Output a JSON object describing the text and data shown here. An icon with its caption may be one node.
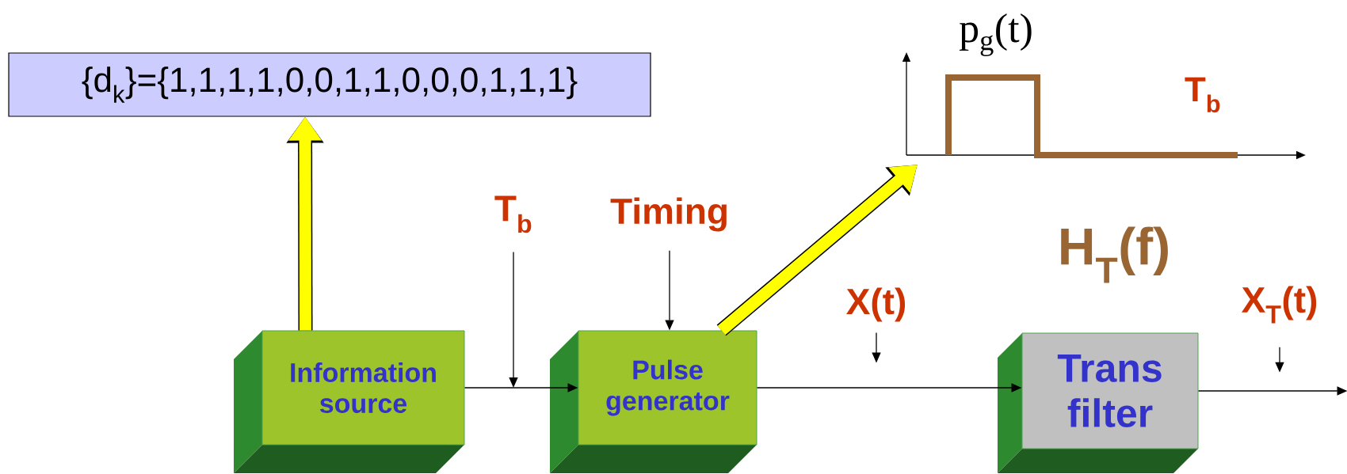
{
  "diagram": {
    "nodes": [
      {
        "text": [
          "{d$_{k}$}={1,1,1,1,0,0,1,1,0,0,0,1,1,1}"
        ]
      },
      {
        "text": [
          "T$_{b}$"
        ],
        "beside": [
          "p$_{g}$(t)"
        ]
      },
      {
        "text": [
          "T$_{b}$"
        ]
      },
      {
        "text": [
          "Timing"
        ]
      },
      {
        "text": [
          "X(t)"
        ]
      },
      {
        "text": [
          "X$_{T}$(t)"
        ]
      },
      {
        "text": [
          "Information source"
        ]
      },
      {
        "text": [
          "Pulse generator"
        ]
      },
      {
        "text": [
          "H$_{T}$(f)",
          "Trans filter"
        ]
      }
    ],
    "edges": [
      {
        "from": 6,
        "to": 0,
        "arrow": "to",
        "style": "thick",
        "color": "#ffff00"
      },
      {
        "from": 7,
        "to": 1,
        "arrow": "to",
        "style": "thick",
        "color": "#ffff00"
      },
      {
        "from": 6,
        "to": 7,
        "arrow": "to"
      },
      {
        "from": 7,
        "to": 8,
        "arrow": "to"
      },
      {
        "from": 8,
        "to": null,
        "arrow": "to"
      },
      {
        "from": 2,
        "to": null,
        "arrow": "to"
      },
      {
        "from": 3,
        "to": 7,
        "arrow": "to"
      },
      {
        "from": 4,
        "to": null,
        "arrow": "to"
      },
      {
        "from": 5,
        "to": null,
        "arrow": "to"
      }
    ]
  }
}
